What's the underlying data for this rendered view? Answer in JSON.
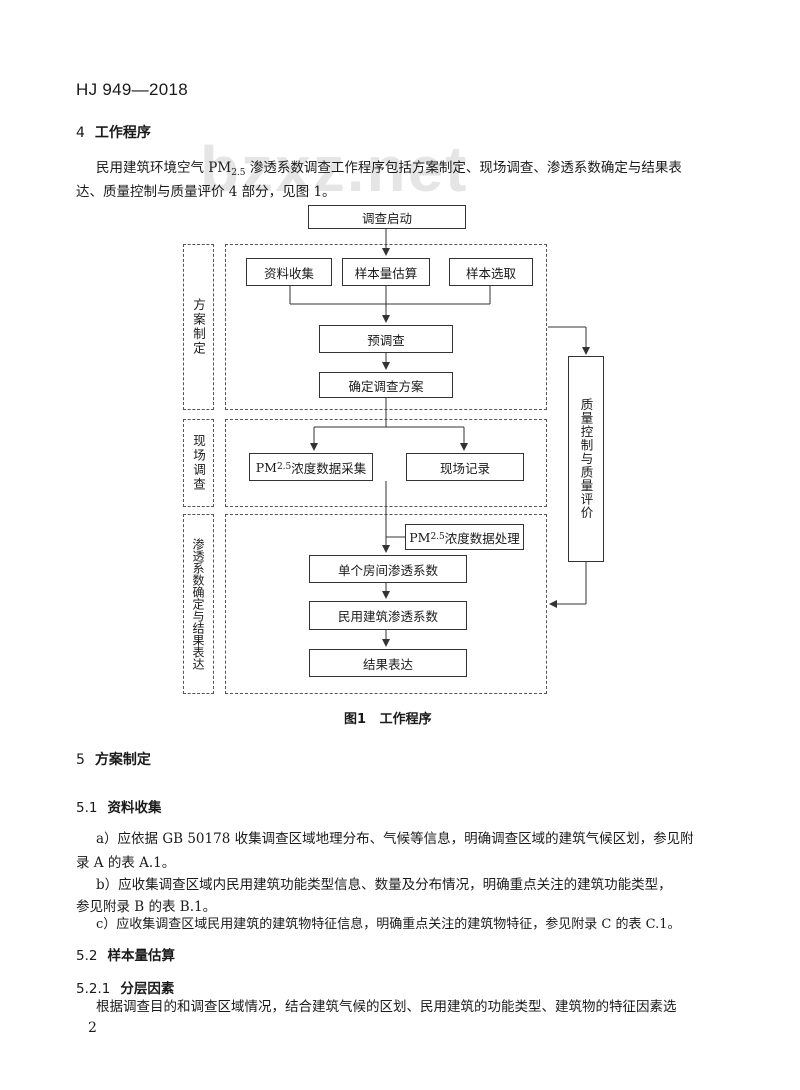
{
  "header": {
    "standard_code": "HJ 949—2018"
  },
  "watermark": "bzxz.net",
  "section4": {
    "number": "4",
    "title": "工作程序",
    "intro_line1_pre": "民用建筑环境空气 PM",
    "intro_sub": "2.5",
    "intro_line1_post": " 渗透系数调查工作程序包括方案制定、现场调查、渗透系数确定与结果表",
    "intro_line2": "达、质量控制与质量评价 4 部分，见图 1。"
  },
  "figure": {
    "caption": "图1   工作程序",
    "start": "调查启动",
    "phase1_label": "方案制定",
    "data_collect": "资料收集",
    "sample_estimate": "样本量估算",
    "sample_select": "样本选取",
    "pre_survey": "预调查",
    "confirm_plan": "确定调查方案",
    "phase2_label": "现场调查",
    "pm_collect_pre": "PM",
    "pm_collect_sub": "2.5",
    "pm_collect_post": "浓度数据采集",
    "field_record": "现场记录",
    "phase3_label": "渗透系数确定与结果表达",
    "pm_process_pre": "PM",
    "pm_process_sub": "2.5",
    "pm_process_post": "浓度数据处理",
    "single_room": "单个房间渗透系数",
    "building_coef": "民用建筑渗透系数",
    "result_expr": "结果表达",
    "qc_label": "质量控制与质量评价"
  },
  "section5": {
    "number": "5",
    "title": "方案制定",
    "s51": {
      "number": "5.1",
      "title": "资料收集"
    },
    "items": [
      {
        "line1": "a）应依据 GB 50178 收集调查区域地理分布、气候等信息，明确调查区域的建筑气候区划，参见附",
        "line2": "录 A 的表 A.1。"
      },
      {
        "line1": "b）应收集调查区域内民用建筑功能类型信息、数量及分布情况，明确重点关注的建筑功能类型，",
        "line2": "参见附录 B 的表 B.1。"
      },
      {
        "line1": "c）应收集调查区域民用建筑的建筑物特征信息，明确重点关注的建筑物特征，参见附录 C 的表 C.1。",
        "line2": ""
      }
    ],
    "s52": {
      "number": "5.2",
      "title": "样本量估算"
    },
    "s521": {
      "number": "5.2.1",
      "title": "分层因素"
    },
    "s521_text": "根据调查目的和调查区域情况，结合建筑气候的区划、民用建筑的功能类型、建筑物的特征因素选"
  },
  "footer": {
    "page_number": "2"
  }
}
